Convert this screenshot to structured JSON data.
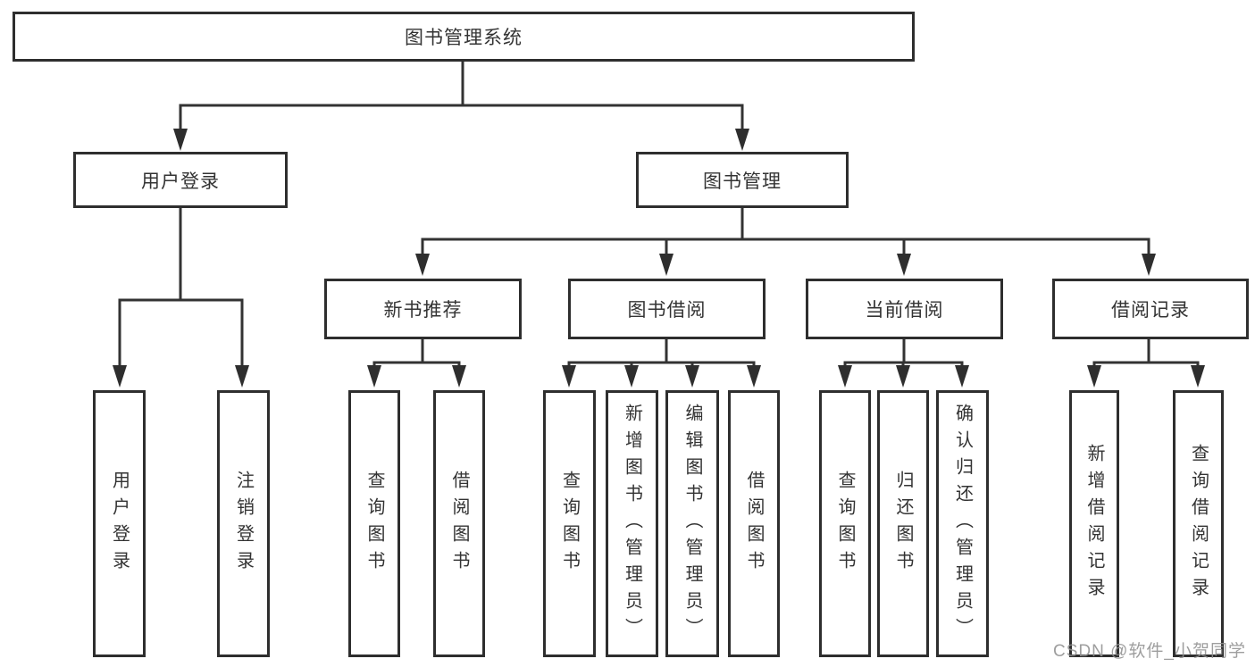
{
  "tree": {
    "label": "图书管理系统",
    "children": [
      {
        "label": "用户登录",
        "children": [
          {
            "label": "用户登录"
          },
          {
            "label": "注销登录"
          }
        ]
      },
      {
        "label": "图书管理",
        "children": [
          {
            "label": "新书推荐",
            "children": [
              {
                "label": "查询图书"
              },
              {
                "label": "借阅图书"
              }
            ]
          },
          {
            "label": "图书借阅",
            "children": [
              {
                "label": "查询图书"
              },
              {
                "label": "新增图书（管理员）"
              },
              {
                "label": "编辑图书（管理员）"
              },
              {
                "label": "借阅图书"
              }
            ]
          },
          {
            "label": "当前借阅",
            "children": [
              {
                "label": "查询图书"
              },
              {
                "label": "归还图书"
              },
              {
                "label": "确认归还（管理员）"
              }
            ]
          },
          {
            "label": "借阅记录",
            "children": [
              {
                "label": "新增借阅记录"
              },
              {
                "label": "查询借阅记录"
              }
            ]
          }
        ]
      }
    ]
  },
  "watermark": "CSDN @软件_小贺同学",
  "colors": {
    "line": "#333333",
    "box_border": "#2e2e2e",
    "text": "#333333",
    "watermark": "#919191",
    "background": "#ffffff"
  }
}
